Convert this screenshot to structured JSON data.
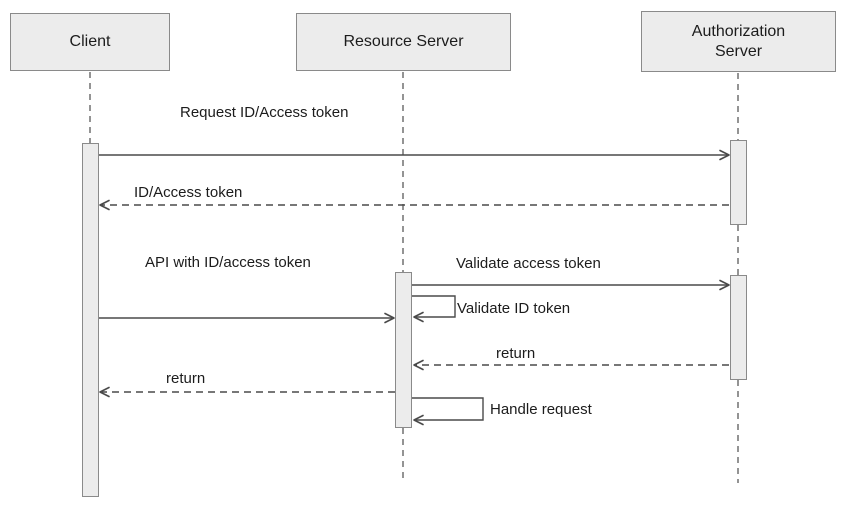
{
  "diagram": {
    "type": "sequence-diagram",
    "participants": [
      {
        "id": "client",
        "label": "Client"
      },
      {
        "id": "resource-server",
        "label": "Resource Server"
      },
      {
        "id": "authorization-server",
        "label": "Authorization Server"
      }
    ],
    "messages": [
      {
        "from": "Client",
        "to": "Authorization Server",
        "label": "Request ID/Access token",
        "style": "solid"
      },
      {
        "from": "Authorization Server",
        "to": "Client",
        "label": "ID/Access token",
        "style": "dashed"
      },
      {
        "from": "Client",
        "to": "Resource Server",
        "label": "API with ID/access token",
        "style": "solid"
      },
      {
        "from": "Resource Server",
        "to": "Authorization Server",
        "label": "Validate access token",
        "style": "solid"
      },
      {
        "from": "Resource Server",
        "to": "Resource Server",
        "label": "Validate ID token",
        "style": "self-solid"
      },
      {
        "from": "Authorization Server",
        "to": "Resource Server",
        "label": "return",
        "style": "dashed"
      },
      {
        "from": "Resource Server",
        "to": "Client",
        "label": "return",
        "style": "dashed"
      },
      {
        "from": "Resource Server",
        "to": "Resource Server",
        "label": "Handle request",
        "style": "self-solid"
      }
    ],
    "colors": {
      "participant_fill": "#ececec",
      "participant_border": "#8a8a8a",
      "line": "#4a4a4a",
      "text": "#1c1c1c",
      "background": "#ffffff"
    }
  }
}
